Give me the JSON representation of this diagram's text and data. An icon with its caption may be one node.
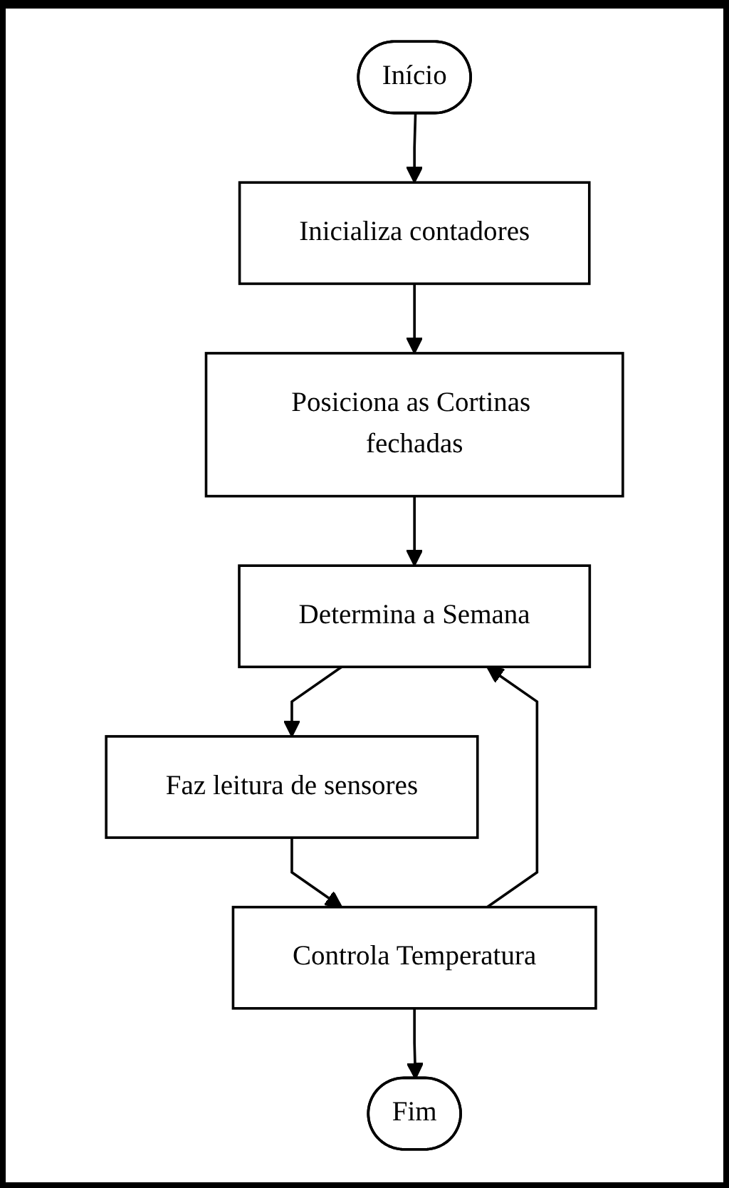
{
  "diagram": {
    "nodes": [
      {
        "text": [
          "Início"
        ]
      },
      {
        "text": [
          "Inicializa contadores"
        ]
      },
      {
        "text": [
          "Posiciona as Cortinas fechadas"
        ]
      },
      {
        "text": [
          "Determina a Semana"
        ]
      },
      {
        "text": [
          "Faz leitura de sensores"
        ]
      },
      {
        "text": [
          "Controla Temperatura"
        ]
      },
      {
        "text": [
          "Fim"
        ]
      }
    ],
    "edges": [
      {
        "from": 0,
        "to": 1,
        "arrow": "to"
      },
      {
        "from": 1,
        "to": 2,
        "arrow": "to"
      },
      {
        "from": 2,
        "to": 3,
        "arrow": "to"
      },
      {
        "from": 3,
        "to": 4,
        "arrow": "to"
      },
      {
        "from": 4,
        "to": 5,
        "arrow": "to"
      },
      {
        "from": 5,
        "to": 6,
        "arrow": "to"
      },
      {
        "from": 5,
        "to": 3,
        "arrow": "to"
      }
    ]
  }
}
